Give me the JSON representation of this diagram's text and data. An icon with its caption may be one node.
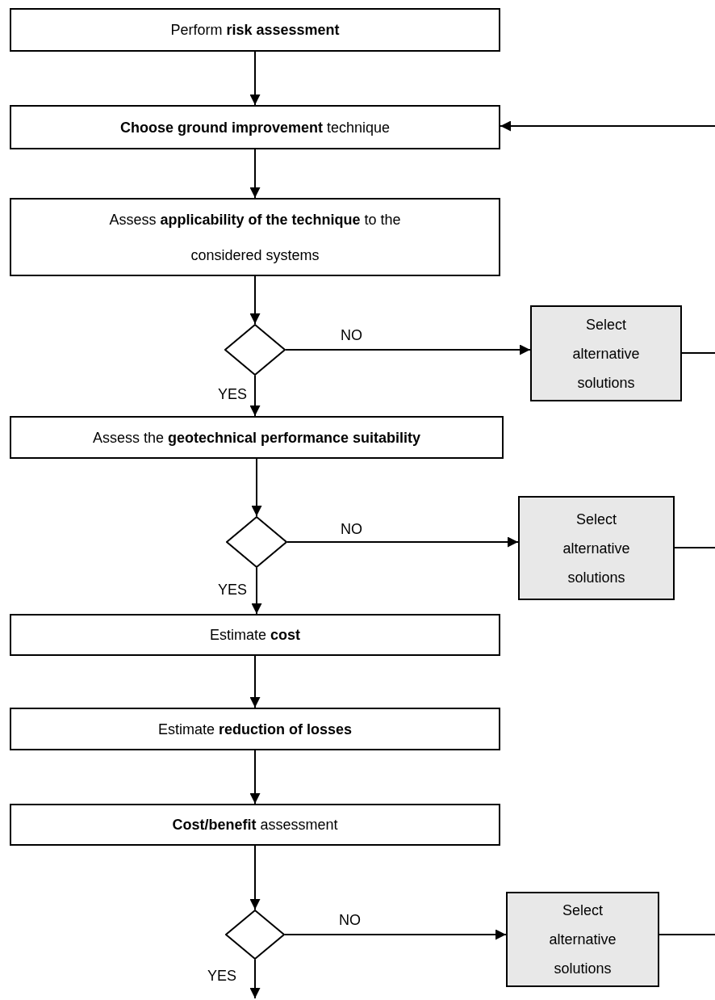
{
  "diagram": {
    "nodes": [
      {
        "text": [
          "Perform **risk assessment**"
        ]
      },
      {
        "text": [
          "**Choose ground improvement** technique"
        ]
      },
      {
        "text": [
          "Assess **applicability of the technique** to the considered systems"
        ]
      },
      {
        "text": [],
        "shape": "diamond"
      },
      {
        "text": [
          "Select alternative solutions"
        ]
      },
      {
        "text": [
          "Assess the **geotechnical performance suitability**"
        ]
      },
      {
        "text": [],
        "shape": "diamond"
      },
      {
        "text": [
          "Select alternative solutions"
        ]
      },
      {
        "text": [
          "Estimate **cost**"
        ]
      },
      {
        "text": [
          "Estimate **reduction of losses**"
        ]
      },
      {
        "text": [
          "**Cost/benefit** assessment"
        ]
      },
      {
        "text": [],
        "shape": "diamond"
      },
      {
        "text": [
          "Select alternative solutions"
        ]
      }
    ],
    "edges": [
      {
        "from": 0,
        "to": 1,
        "arrow": "to"
      },
      {
        "from": 1,
        "to": 2,
        "arrow": "to"
      },
      {
        "from": 2,
        "to": 3,
        "arrow": "to"
      },
      {
        "from": 3,
        "to": 4,
        "arrow": "to",
        "label": "NO"
      },
      {
        "from": 3,
        "to": 5,
        "arrow": "to",
        "label": "YES"
      },
      {
        "from": 4,
        "to": null,
        "arrow": "none"
      },
      {
        "from": null,
        "to": 1,
        "arrow": "to"
      },
      {
        "from": 5,
        "to": 6,
        "arrow": "to"
      },
      {
        "from": 6,
        "to": 7,
        "arrow": "to",
        "label": "NO"
      },
      {
        "from": 6,
        "to": 8,
        "arrow": "to",
        "label": "YES"
      },
      {
        "from": 7,
        "to": null,
        "arrow": "none"
      },
      {
        "from": 8,
        "to": 9,
        "arrow": "to"
      },
      {
        "from": 9,
        "to": 10,
        "arrow": "to"
      },
      {
        "from": 10,
        "to": 11,
        "arrow": "to"
      },
      {
        "from": 11,
        "to": 12,
        "arrow": "to",
        "label": "NO"
      },
      {
        "from": 11,
        "to": null,
        "arrow": "to",
        "label": "YES"
      },
      {
        "from": 12,
        "to": null,
        "arrow": "none"
      }
    ]
  }
}
